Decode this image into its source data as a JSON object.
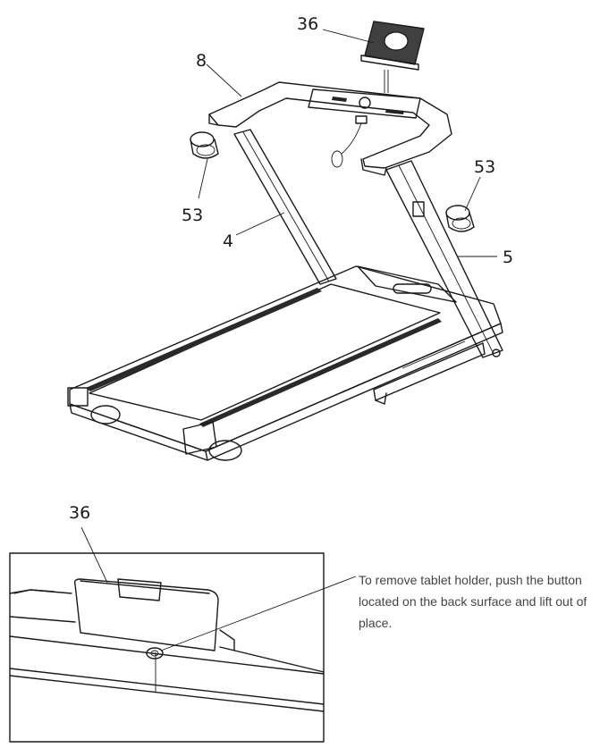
{
  "callouts": {
    "c36_top": "36",
    "c8": "8",
    "c53_left": "53",
    "c53_right": "53",
    "c4": "4",
    "c5": "5",
    "c36_detail": "36"
  },
  "instruction": "To remove tablet holder, push the button located on the back surface and lift out of place."
}
